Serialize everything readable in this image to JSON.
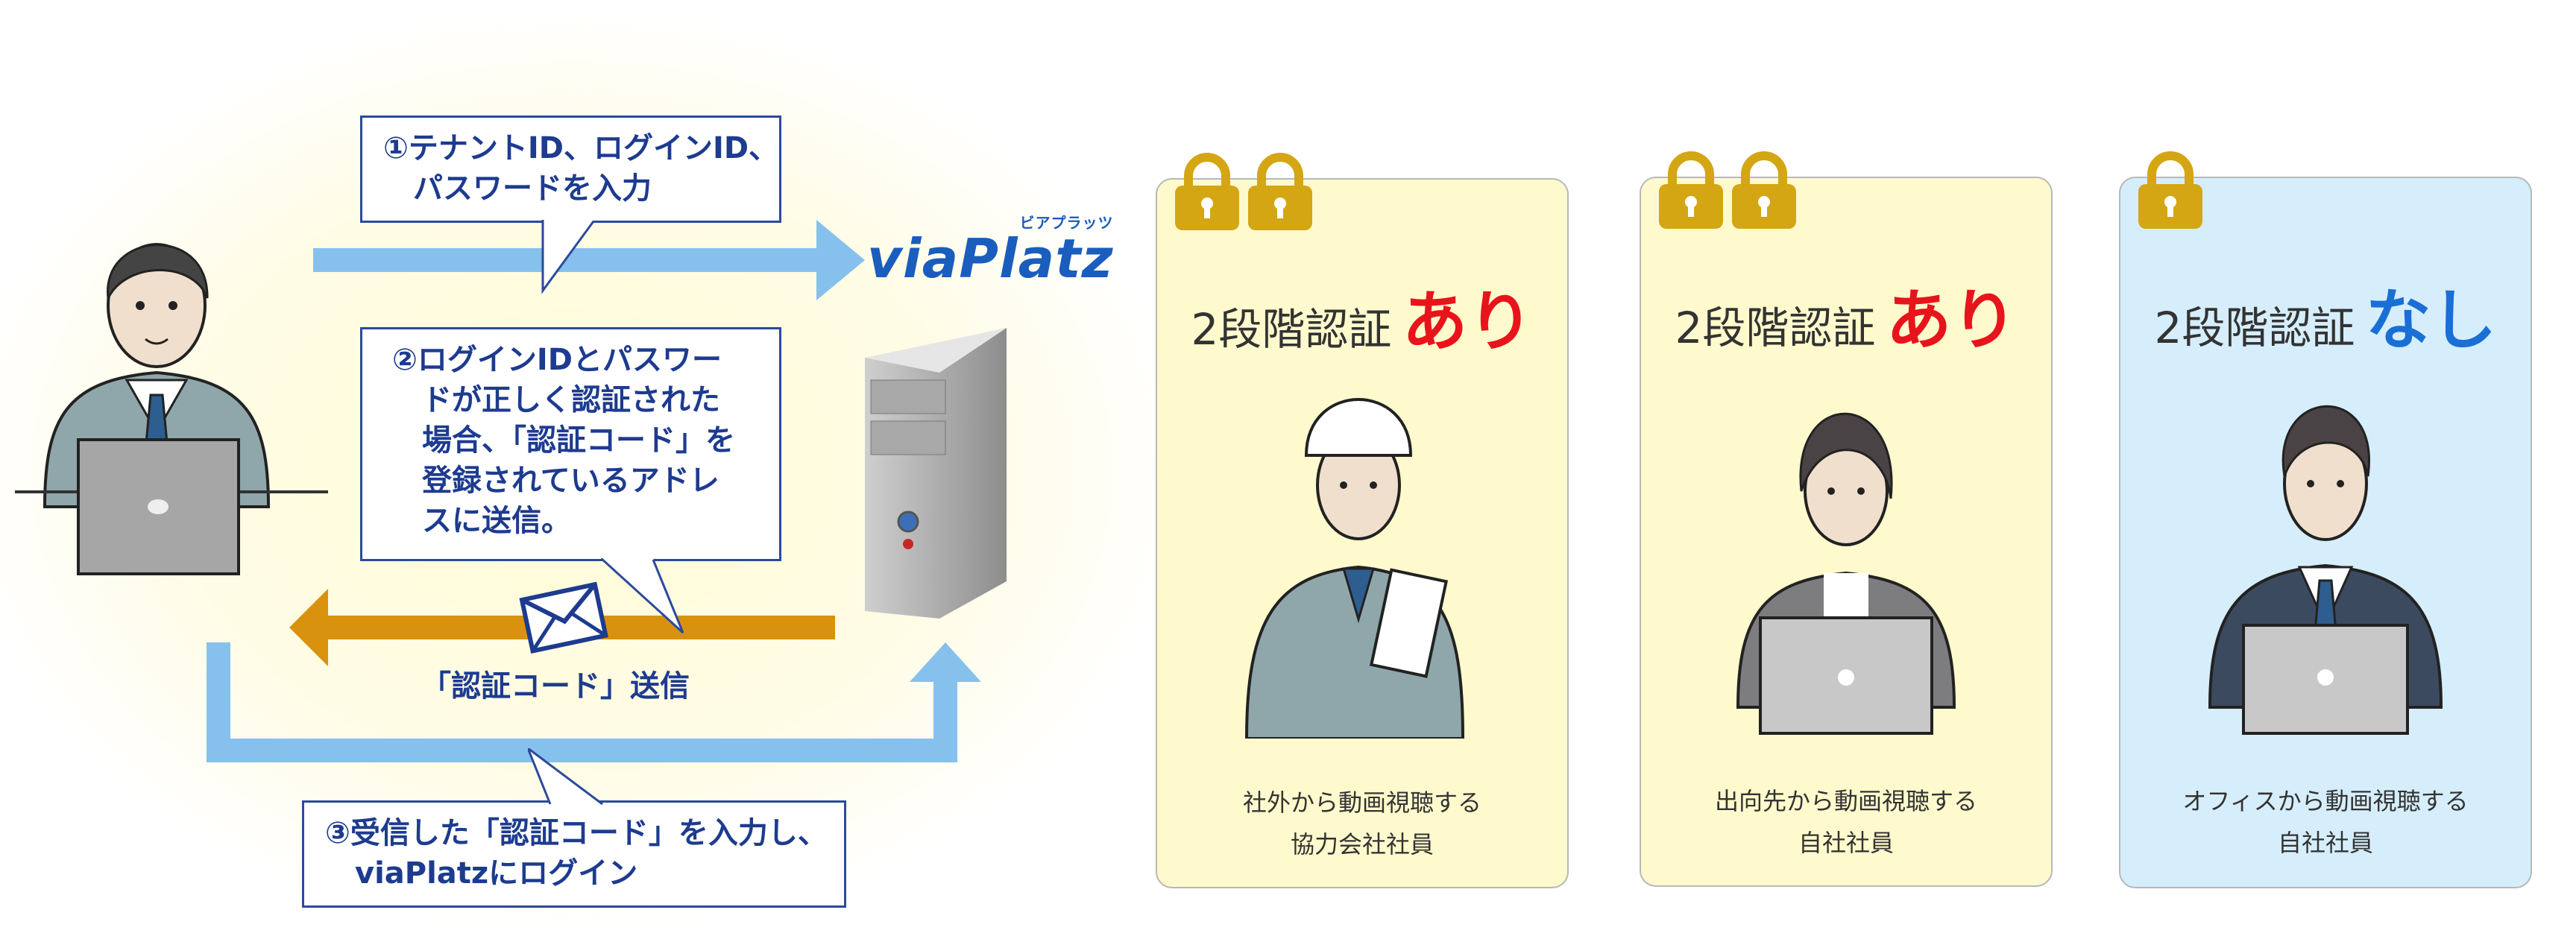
{
  "flow": {
    "step1": {
      "line1": "①テナントID、ログインID、",
      "line2": "パスワードを入力"
    },
    "step2": {
      "line1": "②ログインIDとパスワー",
      "line2": "ドが正しく認証された",
      "line3": "場合、「認証コード」を",
      "line4": "登録されているアドレ",
      "line5": "スに送信。"
    },
    "send_label": "「認証コード」送信",
    "step3": {
      "line1": "③受信した「認証コード」を入力し、",
      "line2": "viaPlatzにログイン"
    },
    "logo": {
      "text": "viaPlatz",
      "ruby": "ビアプラッツ"
    }
  },
  "cards": [
    {
      "title": "2段階認証",
      "status": "あり",
      "caption1": "社外から動画視聴する",
      "caption2": "協力会社社員",
      "locks": 2
    },
    {
      "title": "2段階認証",
      "status": "あり",
      "caption1": "出向先から動画視聴する",
      "caption2": "自社社員",
      "locks": 2
    },
    {
      "title": "2段階認証",
      "status": "なし",
      "caption1": "オフィスから動画視聴する",
      "caption2": "自社社員",
      "locks": 1
    }
  ],
  "colors": {
    "on": "#e8141b",
    "off": "#1a6fd6",
    "lock": "#d4a614",
    "arrow_blue": "#86c1ee",
    "arrow_orange": "#d8920e"
  }
}
